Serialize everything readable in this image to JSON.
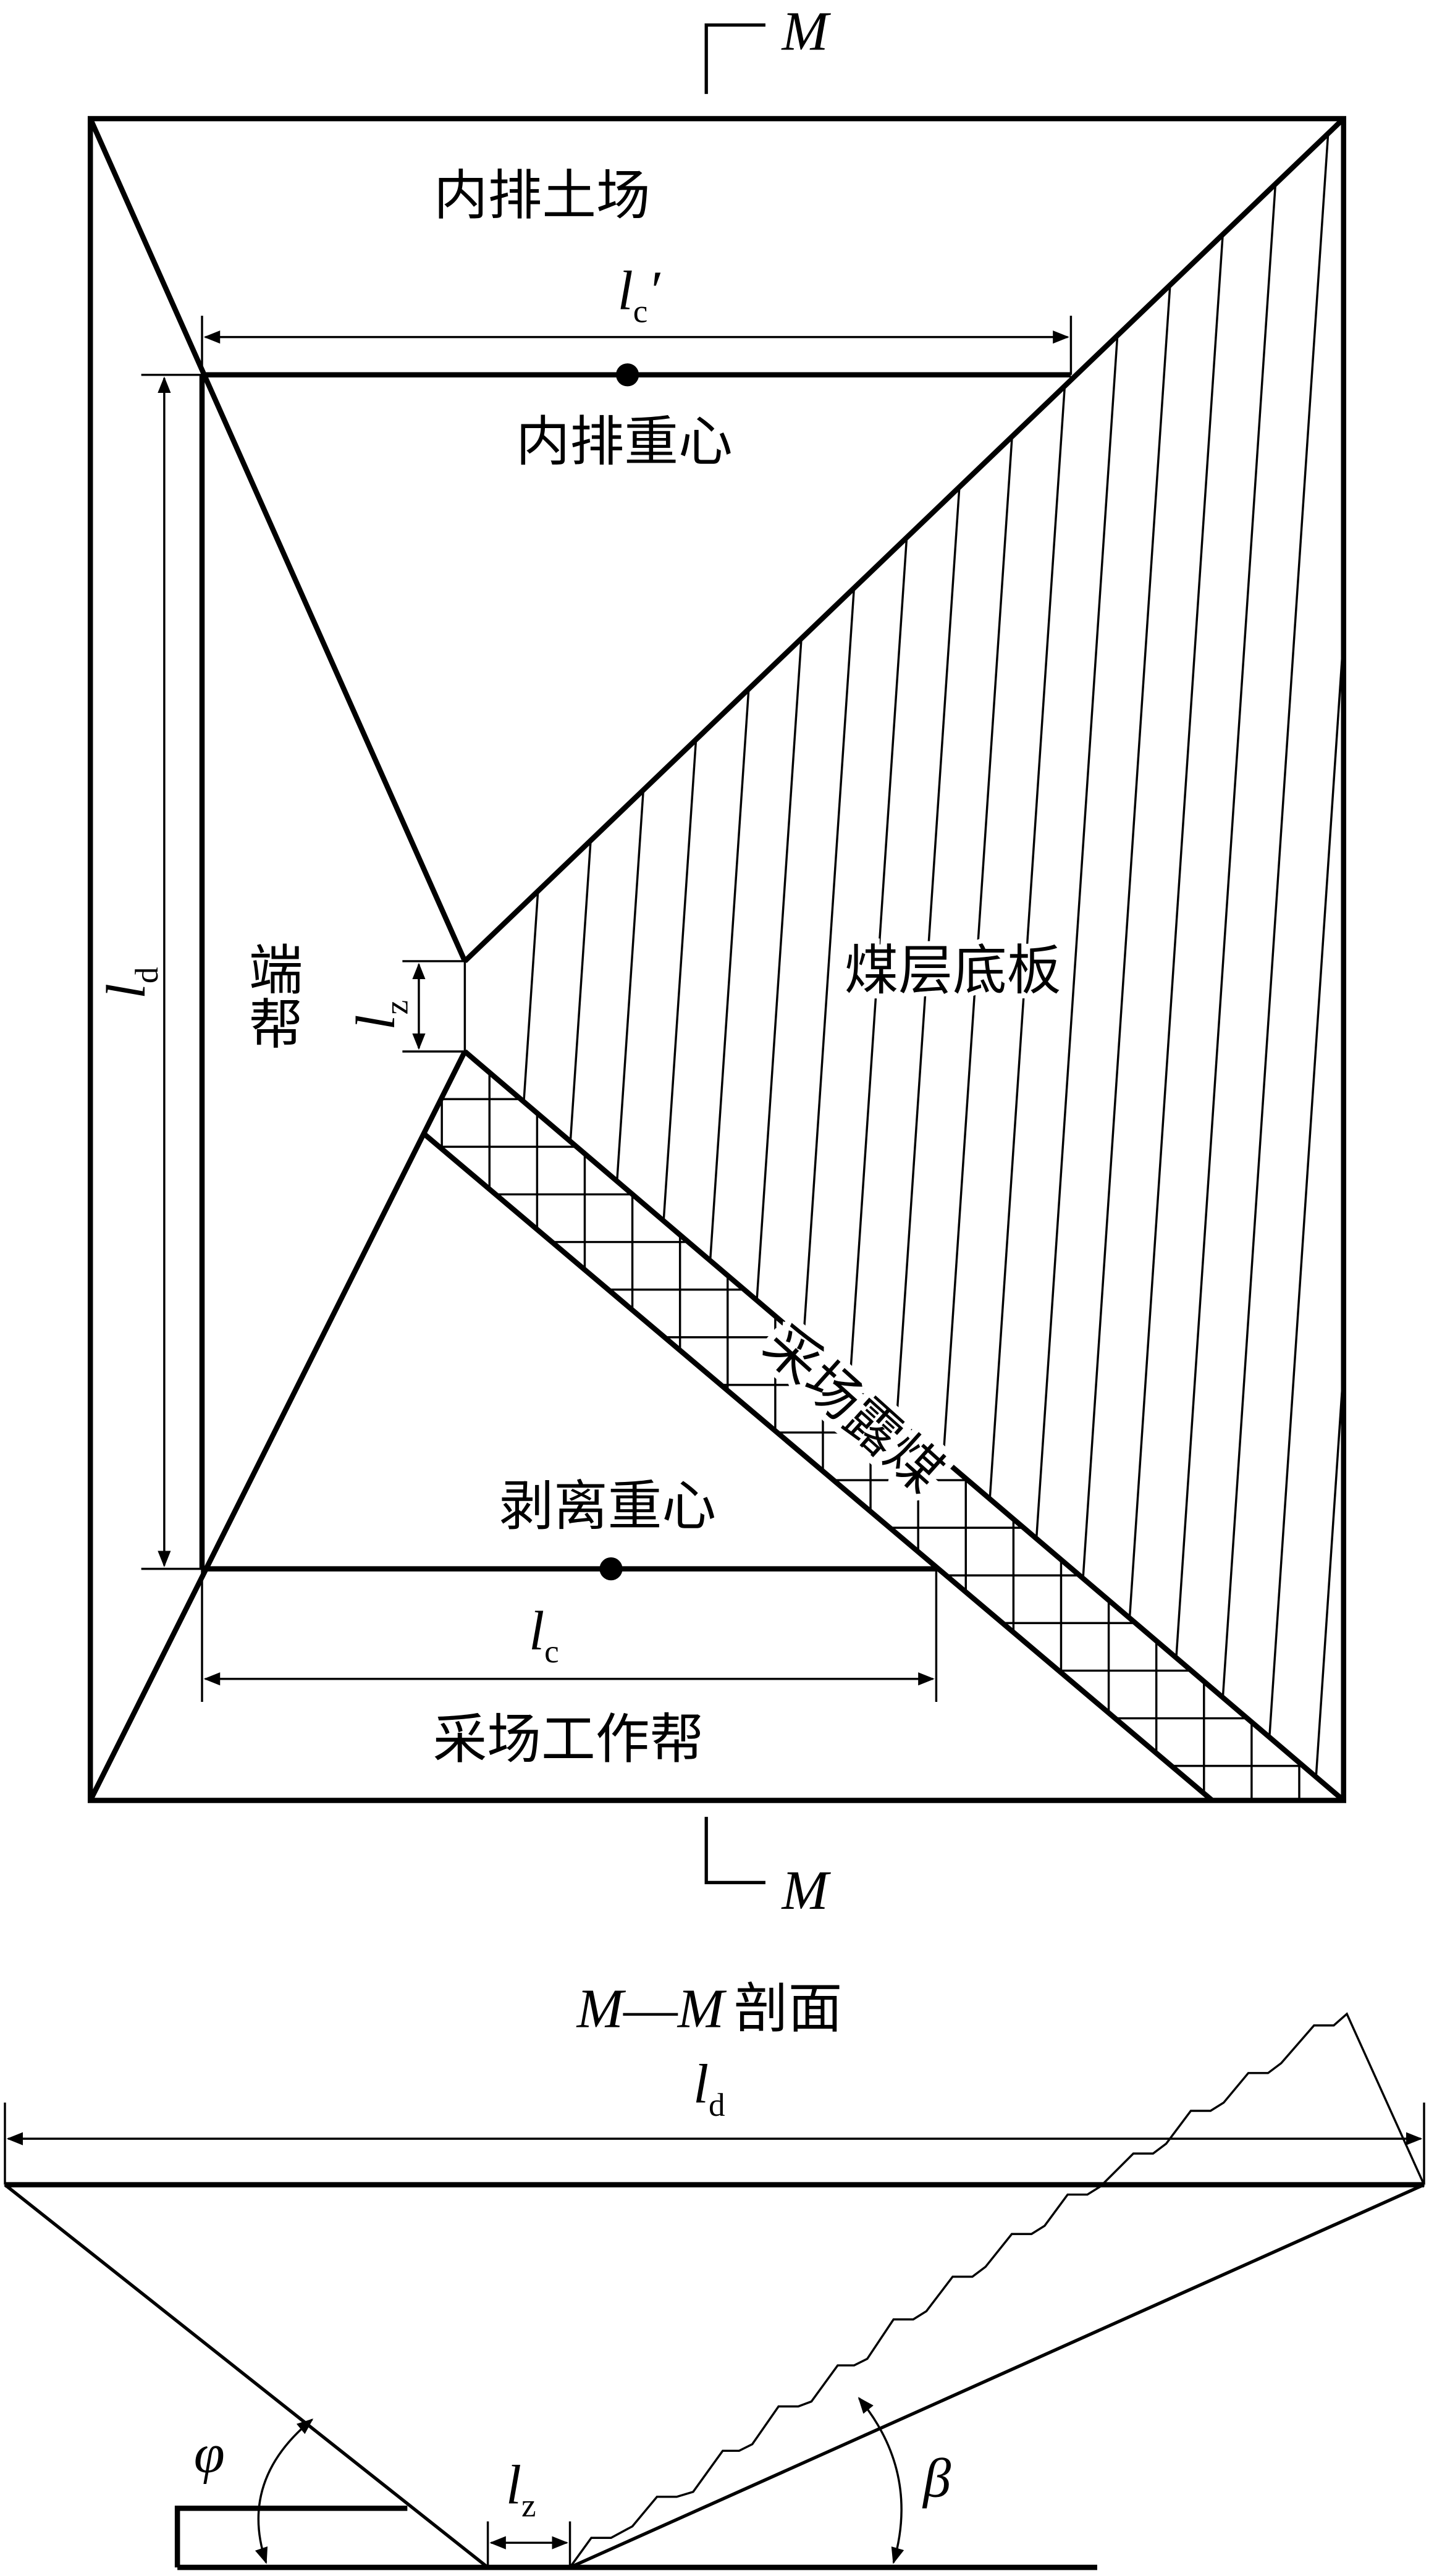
{
  "plan_view": {
    "section_marker": "M",
    "labels": {
      "internal_dump": "内排土场",
      "internal_dump_centroid": "内排重心",
      "end_slope": "端帮",
      "coal_floor": "煤层底板",
      "exposed_coal": "采场露煤",
      "stripping_centroid": "剥离重心",
      "working_slope": "采场工作帮"
    },
    "dimensions": {
      "lc_prime": {
        "symbol": "l",
        "sub": "c",
        "prime": "′"
      },
      "ld": {
        "symbol": "l",
        "sub": "d"
      },
      "lz": {
        "symbol": "l",
        "sub": "z"
      },
      "lc": {
        "symbol": "l",
        "sub": "c"
      }
    }
  },
  "section_view": {
    "title_m1": "M",
    "title_dash": "—",
    "title_m2": "M",
    "title_cn": "剖面",
    "ld": {
      "symbol": "l",
      "sub": "d"
    },
    "lz": {
      "symbol": "l",
      "sub": "z"
    },
    "phi": "φ",
    "beta": "β"
  },
  "colors": {
    "ink": "#000000",
    "background": "#ffffff"
  }
}
